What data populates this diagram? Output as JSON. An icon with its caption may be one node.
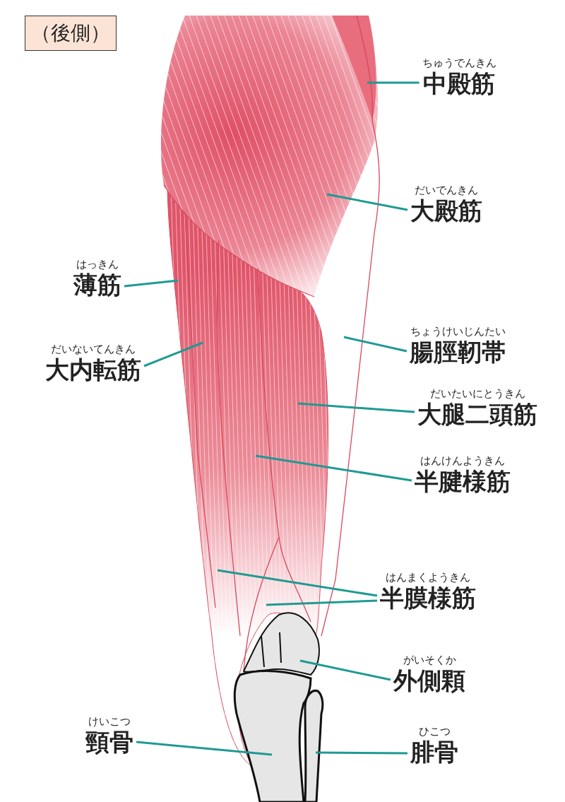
{
  "diagram": {
    "title": "（後側）",
    "nodes": [
      {
        "text": [
          "ちゅうでんきん",
          "中殿筋"
        ]
      },
      {
        "text": [
          "だいでんきん",
          "大殿筋"
        ]
      },
      {
        "text": [
          "はっきん",
          "薄筋"
        ]
      },
      {
        "text": [
          "だいないてんきん",
          "大内転筋"
        ]
      },
      {
        "text": [
          "ちょうけいじんたい",
          "腸脛靭帯"
        ]
      },
      {
        "text": [
          "だいたいにとうきん",
          "大腿二頭筋"
        ]
      },
      {
        "text": [
          "はんけんようきん",
          "半腱様筋"
        ]
      },
      {
        "text": [
          "はんまくようきん",
          "半膜様筋"
        ]
      },
      {
        "text": [
          "がいそくか",
          "外側顆"
        ]
      },
      {
        "text": [
          "けいこつ",
          "頸骨"
        ]
      },
      {
        "text": [
          "ひこつ",
          "腓骨"
        ]
      }
    ],
    "edges": [
      {
        "from": 0,
        "to": null,
        "arrow": "none"
      },
      {
        "from": 1,
        "to": null,
        "arrow": "none"
      },
      {
        "from": 2,
        "to": null,
        "arrow": "none"
      },
      {
        "from": 3,
        "to": null,
        "arrow": "none"
      },
      {
        "from": 4,
        "to": null,
        "arrow": "none"
      },
      {
        "from": 5,
        "to": null,
        "arrow": "none"
      },
      {
        "from": 6,
        "to": null,
        "arrow": "none"
      },
      {
        "from": 7,
        "to": null,
        "arrow": "none"
      },
      {
        "from": 7,
        "to": null,
        "arrow": "none"
      },
      {
        "from": 8,
        "to": null,
        "arrow": "none"
      },
      {
        "from": 9,
        "to": null,
        "arrow": "none"
      },
      {
        "from": 10,
        "to": null,
        "arrow": "none"
      }
    ]
  }
}
